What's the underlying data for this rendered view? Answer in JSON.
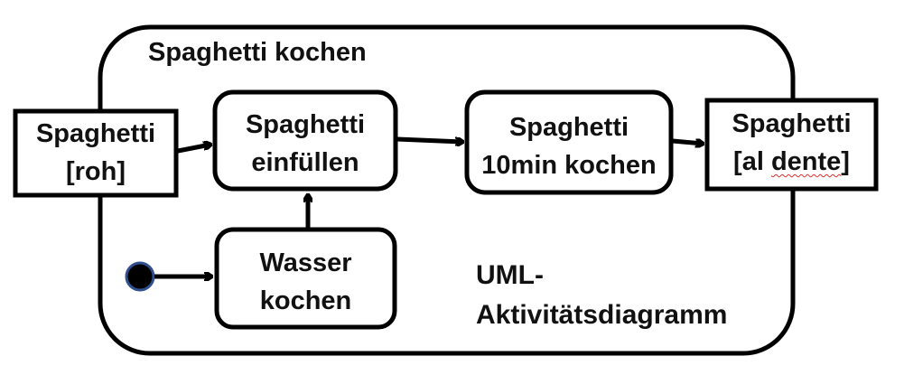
{
  "activity": {
    "title": "Spaghetti kochen"
  },
  "objects": {
    "input": {
      "line1": "Spaghetti",
      "line2": "[roh]"
    },
    "output": {
      "line1": "Spaghetti",
      "line2_prefix": "[al ",
      "line2_marked": "dente",
      "line2_suffix": "]"
    }
  },
  "actions": {
    "fill": {
      "line1": "Spaghetti",
      "line2": "einfüllen"
    },
    "cook": {
      "line1": "Spaghetti",
      "line2": "10min kochen"
    },
    "boil": {
      "line1": "Wasser",
      "line2": "kochen"
    }
  },
  "note": {
    "line1": "UML-",
    "line2": "Aktivitätsdiagramm"
  },
  "colors": {
    "stroke": "#000000",
    "initial_node_fill": "#000000",
    "initial_node_ring": "#2f4f8f",
    "spellcheck_underline": "#e03030"
  }
}
